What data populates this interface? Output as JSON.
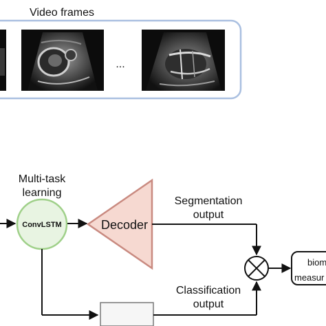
{
  "frames": {
    "title": "Video frames",
    "ellipsis": "..."
  },
  "mtl": {
    "line1": "Multi-task",
    "line2": "learning",
    "cell": "ConvLSTM"
  },
  "decoder": {
    "label": "Decoder"
  },
  "segmentation": {
    "line1": "Segmentation",
    "line2": "output"
  },
  "classification": {
    "line1": "Classification",
    "line2": "output"
  },
  "biometry": {
    "line1": "biom",
    "line2": "measur"
  },
  "colors": {
    "frame_border": "#a9bfe0",
    "convlstm_fill": "#e8f4e2",
    "convlstm_stroke": "#9fd089",
    "decoder_fill": "#f6d9d1",
    "decoder_stroke": "#c98a80",
    "ultrasound_bg": "#0c0c0c"
  }
}
